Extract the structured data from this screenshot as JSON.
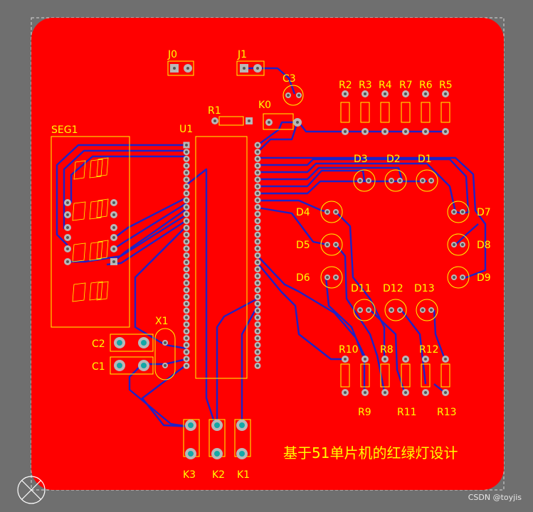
{
  "board": {
    "title": "基于51单片机的红绿灯设计",
    "colors": {
      "board": "#ff0000",
      "trace": "#2222cc",
      "silk": "#ffff00",
      "pad": "#b7b7b7",
      "hole": "#0aa8a8",
      "frame": "#6f6f6f"
    }
  },
  "labels": {
    "j0": "J0",
    "j1": "J1",
    "c3": "C3",
    "k0": "K0",
    "r1": "R1",
    "u1": "U1",
    "seg1": "SEG1",
    "x1": "X1",
    "c1": "C1",
    "c2": "C2",
    "r2": "R2",
    "r3": "R3",
    "r4": "R4",
    "r7": "R7",
    "r6": "R6",
    "r5": "R5",
    "d1": "D1",
    "d2": "D2",
    "d3": "D3",
    "d4": "D4",
    "d5": "D5",
    "d6": "D6",
    "d7": "D7",
    "d8": "D8",
    "d9": "D9",
    "d11": "D11",
    "d12": "D12",
    "d13": "D13",
    "r8": "R8",
    "r9": "R9",
    "r10": "R10",
    "r11": "R11",
    "r12": "R12",
    "r13": "R13",
    "k1": "K1",
    "k2": "K2",
    "k3": "K3"
  },
  "footer": {
    "watermark": "CSDN @toyjis"
  }
}
